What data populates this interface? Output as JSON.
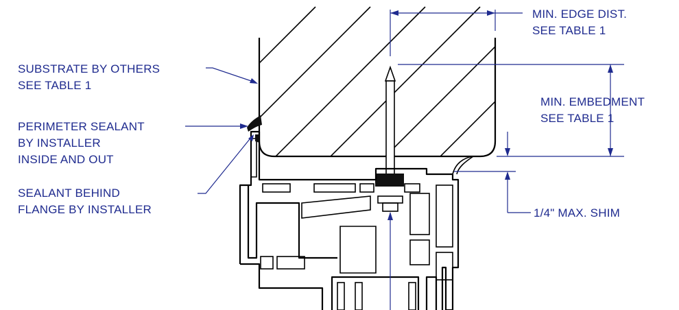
{
  "labels": {
    "edge_dist_1": "MIN. EDGE DIST.",
    "edge_dist_2": "SEE TABLE 1",
    "substrate_1": "SUBSTRATE BY OTHERS",
    "substrate_2": "SEE TABLE 1",
    "perimeter_1": "PERIMETER SEALANT",
    "perimeter_2": "BY INSTALLER",
    "perimeter_3": "INSIDE AND OUT",
    "embedment_1": "MIN. EMBEDMENT",
    "embedment_2": "SEE TABLE 1",
    "behind_1": "SEALANT BEHIND",
    "behind_2": "FLANGE BY INSTALLER",
    "shim": "1/4\"  MAX. SHIM"
  },
  "colors": {
    "annotation": "#1f2b8f",
    "geometry": "#000000"
  }
}
